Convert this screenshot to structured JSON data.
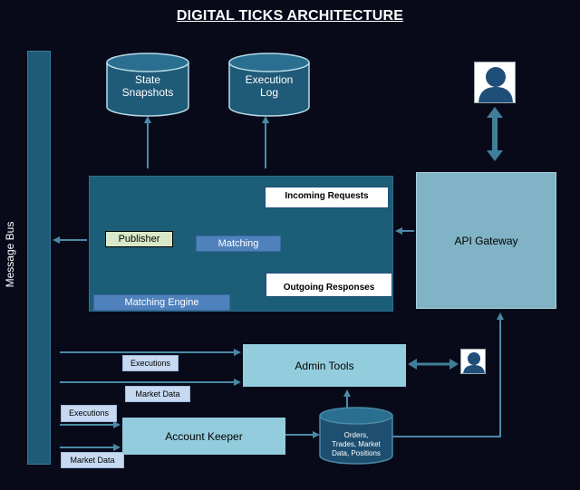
{
  "title": "DIGITAL TICKS ARCHITECTURE",
  "message_bus": {
    "label": "Message Bus"
  },
  "stores": {
    "state_snapshots": "State\nSnapshots",
    "execution_log": "Execution\nLog",
    "orders_store": "Orders,\nTrades, Market\nData, Positions"
  },
  "engine": {
    "label": "Matching Engine",
    "publisher": "Publisher",
    "matching": "Matching",
    "incoming": "Incoming Requests",
    "outgoing": "Outgoing Responses"
  },
  "api_gateway": {
    "label": "API Gateway"
  },
  "admin_tools": {
    "label": "Admin Tools"
  },
  "account_keeper": {
    "label": "Account Keeper"
  },
  "feeds": {
    "executions_1": "Executions",
    "market_data_1": "Market Data",
    "executions_2": "Executions",
    "market_data_2": "Market Data"
  },
  "icons": {
    "user": "user-icon",
    "admin": "admin-user-icon"
  },
  "colors": {
    "background": "#080a1a",
    "bus": "#1f5a78",
    "engine": "#1c5d78",
    "gateway": "#80b3c5",
    "light_box": "#93cddd",
    "tag": "#c6d9f1",
    "accent_blue": "#4f81bd",
    "publisher": "#d8e8c8",
    "arrow": "#4a8aa6"
  }
}
